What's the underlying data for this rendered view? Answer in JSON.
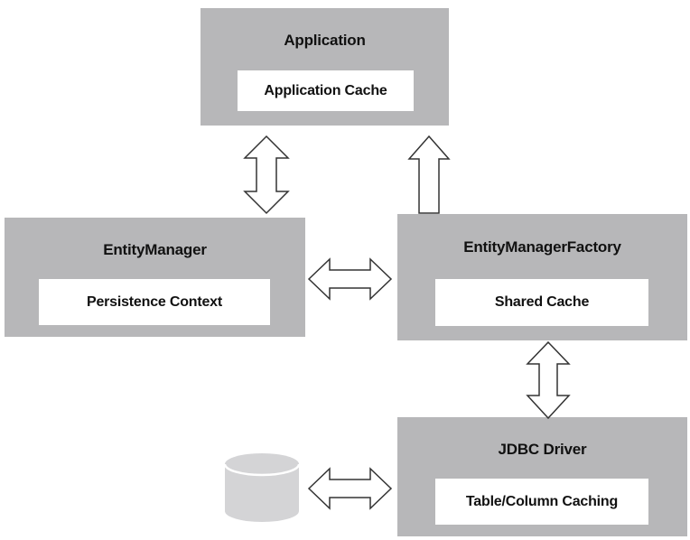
{
  "diagram": {
    "application": {
      "title": "Application",
      "inner": "Application Cache"
    },
    "entity_manager": {
      "title": "EntityManager",
      "inner": "Persistence Context"
    },
    "entity_manager_factory": {
      "title": "EntityManagerFactory",
      "inner": "Shared Cache"
    },
    "jdbc_driver": {
      "title": "JDBC Driver",
      "inner": "Table/Column Caching"
    },
    "database": {
      "icon": "database-icon"
    }
  },
  "colors": {
    "box_fill": "#b7b7b9",
    "inner_fill": "#ffffff",
    "database_fill": "#d4d4d6",
    "arrow_stroke": "#333333"
  }
}
